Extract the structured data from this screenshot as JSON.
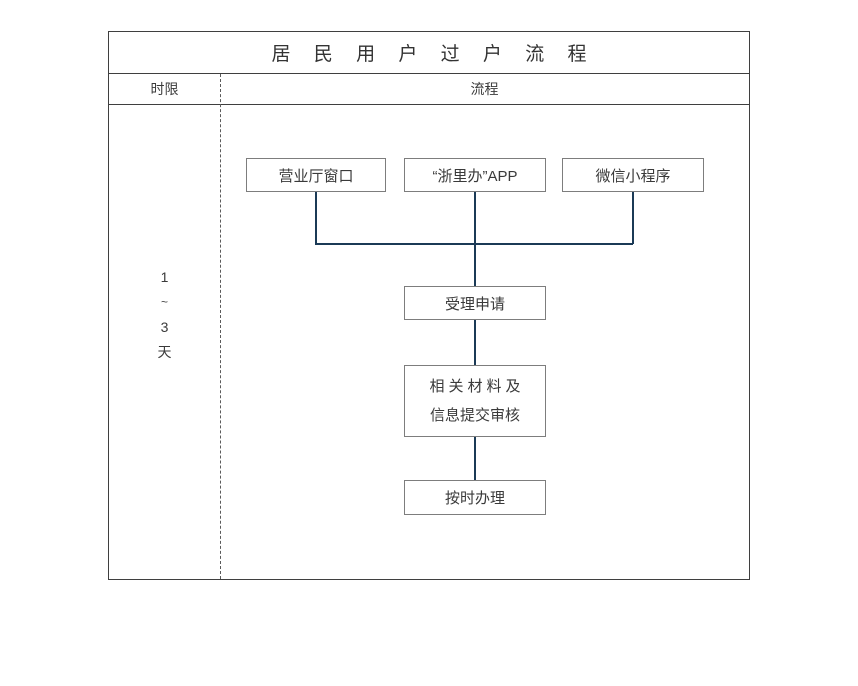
{
  "table": {
    "title": "居 民 用 户 过 户 流 程",
    "columns": [
      {
        "key": "duration",
        "header": "时限"
      },
      {
        "key": "flow",
        "header": "流程"
      }
    ],
    "duration": {
      "value_from": "1",
      "tilde": "~",
      "value_to": "3",
      "unit": "天"
    }
  },
  "flow": {
    "entry_nodes": [
      {
        "id": "hall",
        "label": "营业厅窗口"
      },
      {
        "id": "app",
        "label": "“浙里办”APP"
      },
      {
        "id": "wechat",
        "label": "微信小程序"
      }
    ],
    "steps": [
      {
        "id": "accept",
        "label": "受理申请"
      },
      {
        "id": "materials",
        "line1": "相关材料及",
        "line2": "信息提交审核"
      },
      {
        "id": "handle",
        "label": "按时办理"
      }
    ]
  },
  "colors": {
    "connector": "#1b3a56",
    "table_border": "#3f3f3f",
    "node_border": "#7d7d7d",
    "divider": "#5a5a5a",
    "text": "#3a3a3a",
    "background": "#ffffff"
  }
}
